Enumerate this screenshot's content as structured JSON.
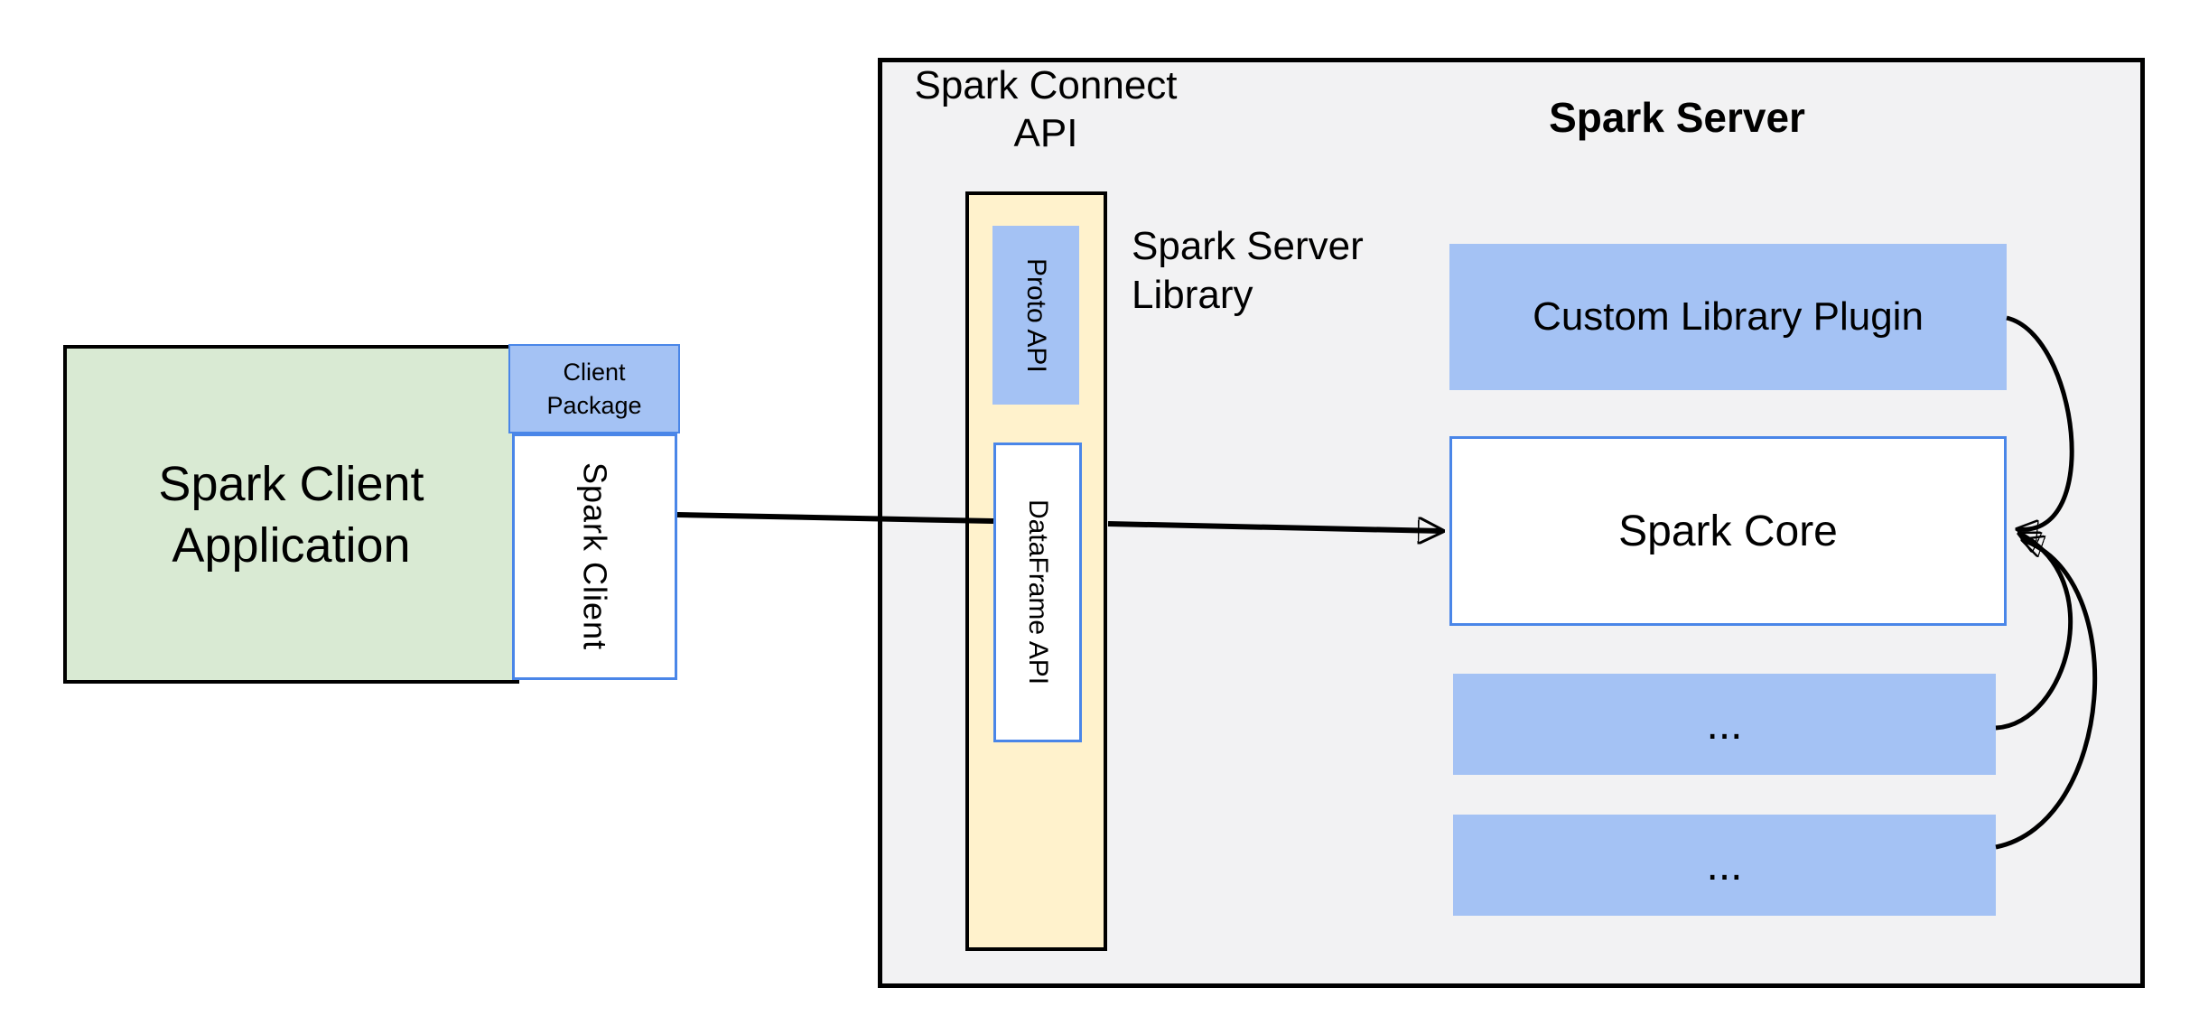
{
  "colors": {
    "blue_fill": "#a4c2f4",
    "blue_border": "#4a86e8",
    "green_fill": "#d9ead3",
    "yellow_fill": "#fff2cc",
    "gray_fill": "#f2f2f3",
    "line": "#000000"
  },
  "client": {
    "app_label": "Spark Client\nApplication",
    "package_label": "Client\nPackage",
    "spark_client_label": "Spark Client"
  },
  "connect": {
    "api_label": "Spark Connect\nAPI",
    "proto_label": "Proto API",
    "dataframe_label": "DataFrame API",
    "library_label": "Spark Server\nLibrary"
  },
  "server": {
    "title": "Spark Server",
    "plugin_label": "Custom Library Plugin",
    "core_label": "Spark Core",
    "ellipsis1": "...",
    "ellipsis2": "..."
  }
}
